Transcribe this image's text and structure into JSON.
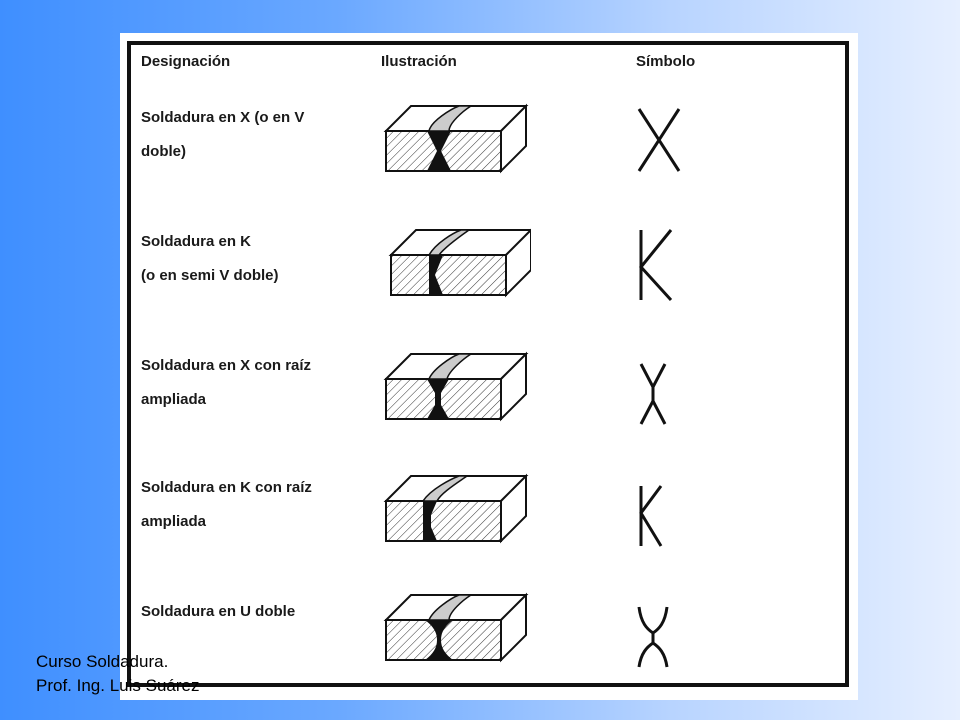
{
  "table": {
    "headers": {
      "designation": "Designación",
      "illustration": "Ilustración",
      "symbol": "Símbolo"
    },
    "rows": [
      {
        "line1": "Soldadura  en  X  (o  en  V",
        "line2": "doble)",
        "symbol_icon": "x-weld-symbol-icon",
        "illustration_icon": "x-weld-illustration-icon"
      },
      {
        "line1": "Soldadura en K",
        "line2": "(o en semi V doble)",
        "symbol_icon": "k-weld-symbol-icon",
        "illustration_icon": "k-weld-illustration-icon"
      },
      {
        "line1": "Soldadura  en  X  con  raíz",
        "line2": "ampliada",
        "symbol_icon": "x-wide-root-symbol-icon",
        "illustration_icon": "x-wide-root-illustration-icon"
      },
      {
        "line1": "Soldadura  en  K  con  raíz",
        "line2": "ampliada",
        "symbol_icon": "k-wide-root-symbol-icon",
        "illustration_icon": "k-wide-root-illustration-icon"
      },
      {
        "line1": "Soldadura en U doble",
        "line2": "",
        "symbol_icon": "double-u-symbol-icon",
        "illustration_icon": "double-u-illustration-icon"
      }
    ]
  },
  "footer": {
    "line1": "Curso Soldadura.",
    "line2": "Prof. Ing. Luis Suárez"
  }
}
